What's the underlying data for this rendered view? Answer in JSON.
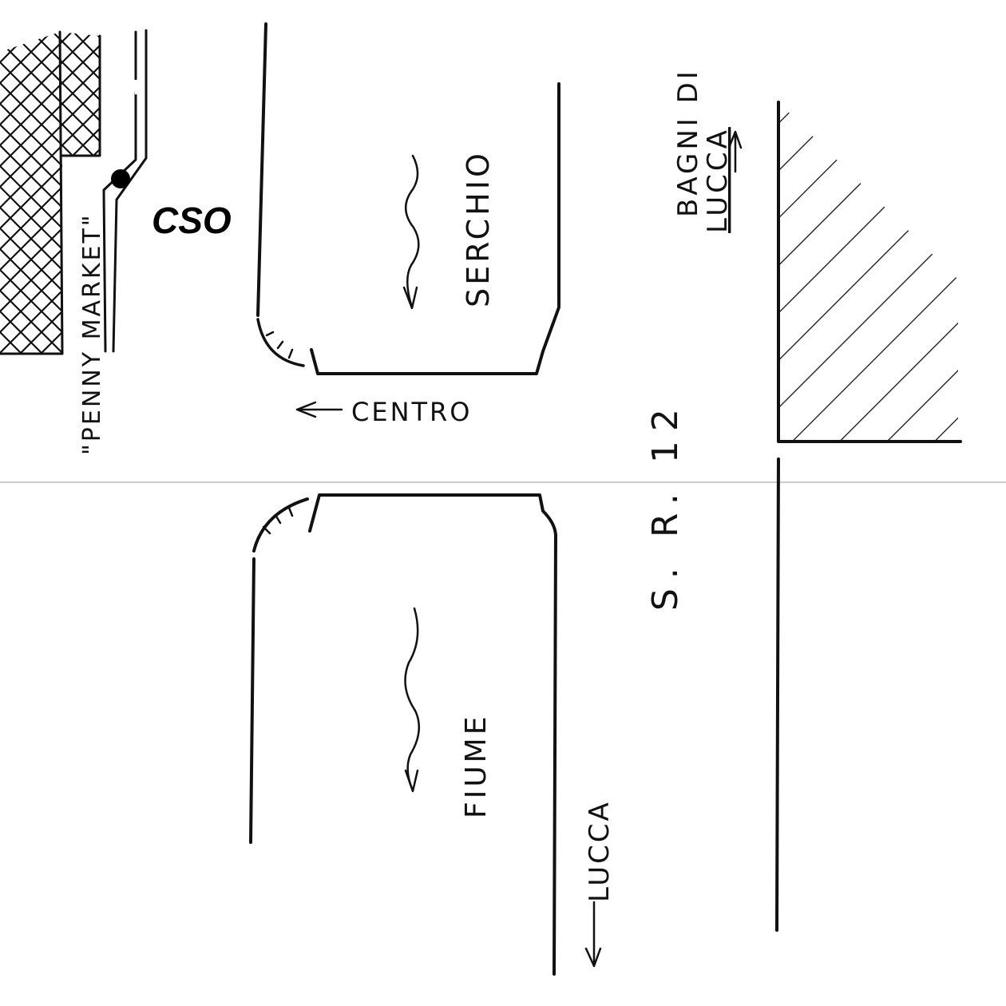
{
  "map": {
    "labels": {
      "cso": "CSO",
      "penny_market": "\"PENNY MARKET\"",
      "serchio": "SERCHIO",
      "centro": "CENTRO",
      "bagni_line1": "BAGNI DI",
      "bagni_line2": "LUCCA",
      "sr12": "S. R. 12",
      "fiume": "FIUME",
      "lucca": "LUCCA"
    },
    "colors": {
      "ink": "#111111",
      "marker": "#000000",
      "background": "#ffffff",
      "fold_line": "#999999"
    },
    "icons": {
      "location_marker": "filled-circle",
      "flow_arrow": "wavy-arrow-down",
      "direction_arrow": "arrow"
    }
  }
}
